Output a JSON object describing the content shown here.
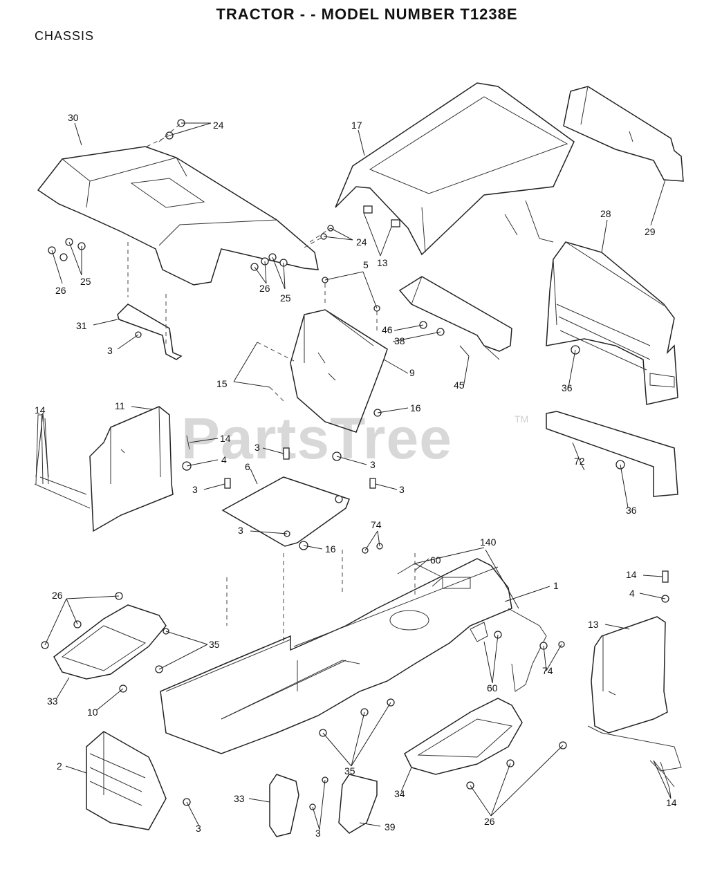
{
  "header": {
    "title": "TRACTOR - - MODEL NUMBER T1238E",
    "section": "CHASSIS"
  },
  "watermark": {
    "text": "PartsTree",
    "tm": "TM"
  },
  "callouts": [
    {
      "id": "c30a",
      "text": "30"
    },
    {
      "id": "c24a",
      "text": "24"
    },
    {
      "id": "c17",
      "text": "17"
    },
    {
      "id": "c29",
      "text": "29"
    },
    {
      "id": "c24b",
      "text": "24"
    },
    {
      "id": "c13a",
      "text": "13"
    },
    {
      "id": "c28",
      "text": "28"
    },
    {
      "id": "c26a",
      "text": "26"
    },
    {
      "id": "c25a",
      "text": "25"
    },
    {
      "id": "c26b",
      "text": "26"
    },
    {
      "id": "c25b",
      "text": "25"
    },
    {
      "id": "c5",
      "text": "5"
    },
    {
      "id": "c31",
      "text": "31"
    },
    {
      "id": "c3a",
      "text": "3"
    },
    {
      "id": "c46",
      "text": "46"
    },
    {
      "id": "c38",
      "text": "38"
    },
    {
      "id": "c15",
      "text": "15"
    },
    {
      "id": "c9",
      "text": "9"
    },
    {
      "id": "c45",
      "text": "45"
    },
    {
      "id": "c36a",
      "text": "36"
    },
    {
      "id": "c14a",
      "text": "14"
    },
    {
      "id": "c11",
      "text": "11"
    },
    {
      "id": "c16a",
      "text": "16"
    },
    {
      "id": "c14b",
      "text": "14"
    },
    {
      "id": "c3b",
      "text": "3"
    },
    {
      "id": "c4a",
      "text": "4"
    },
    {
      "id": "c3c",
      "text": "3"
    },
    {
      "id": "c72",
      "text": "72"
    },
    {
      "id": "c6",
      "text": "6"
    },
    {
      "id": "c3d",
      "text": "3"
    },
    {
      "id": "c3e",
      "text": "3"
    },
    {
      "id": "c36b",
      "text": "36"
    },
    {
      "id": "c3f",
      "text": "3"
    },
    {
      "id": "c74a",
      "text": "74"
    },
    {
      "id": "c16b",
      "text": "16"
    },
    {
      "id": "c140",
      "text": "140"
    },
    {
      "id": "c60a",
      "text": "60"
    },
    {
      "id": "c1",
      "text": "1"
    },
    {
      "id": "c14c",
      "text": "14"
    },
    {
      "id": "c4b",
      "text": "4"
    },
    {
      "id": "c26c",
      "text": "26"
    },
    {
      "id": "c13b",
      "text": "13"
    },
    {
      "id": "c35a",
      "text": "35"
    },
    {
      "id": "c60b",
      "text": "60"
    },
    {
      "id": "c74b",
      "text": "74"
    },
    {
      "id": "c33",
      "text": "33"
    },
    {
      "id": "c10",
      "text": "10"
    },
    {
      "id": "c2",
      "text": "2"
    },
    {
      "id": "c35b",
      "text": "35"
    },
    {
      "id": "c34",
      "text": "34"
    },
    {
      "id": "c14d",
      "text": "14"
    },
    {
      "id": "c3g",
      "text": "3"
    },
    {
      "id": "c33b",
      "text": "33"
    },
    {
      "id": "c3h",
      "text": "3"
    },
    {
      "id": "c39",
      "text": "39"
    },
    {
      "id": "c26d",
      "text": "26"
    }
  ]
}
